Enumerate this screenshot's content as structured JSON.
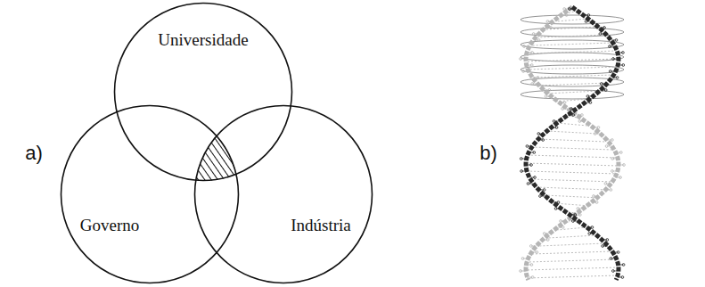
{
  "diagram": {
    "nodes": [
      {
        "text": [
          "Universidade"
        ]
      },
      {
        "text": [
          "Governo"
        ]
      },
      {
        "text": [
          "Indústria"
        ]
      }
    ],
    "labels": [
      "a)",
      "b)"
    ]
  }
}
